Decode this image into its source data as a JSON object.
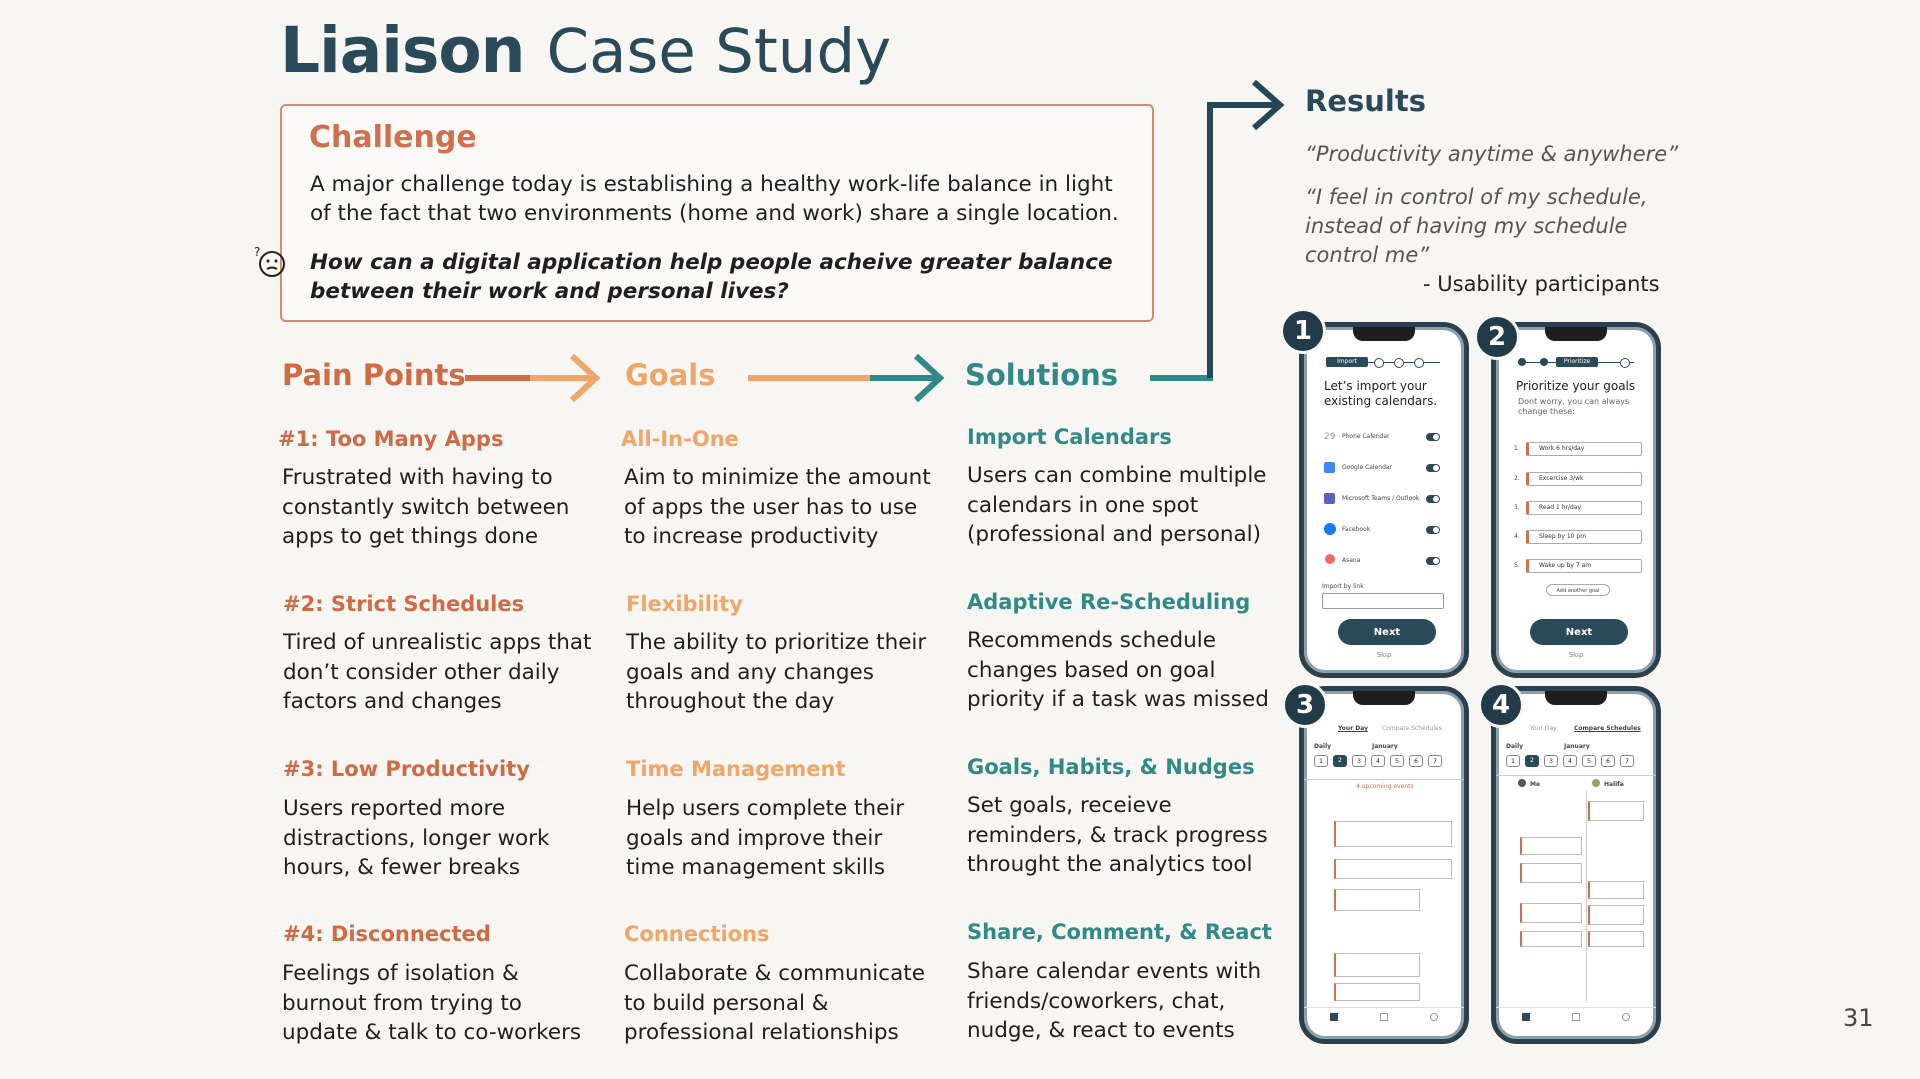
{
  "header": {
    "brand": "Liaison",
    "subtitle": "Case Study"
  },
  "challenge": {
    "heading": "Challenge",
    "text": "A major challenge today is establishing a healthy work-life balance in light of the fact that two environments (home and work) share a single location.",
    "question": "How can a digital application help people acheive greater balance between their work and personal lives?",
    "icon": "thinking-face-icon"
  },
  "columns": {
    "pain_points": {
      "heading": "Pain Points",
      "items": [
        {
          "title": "#1:  Too Many Apps",
          "desc": "Frustrated with having to constantly switch between apps to get things done"
        },
        {
          "title": "#2: Strict Schedules",
          "desc": "Tired of unrealistic apps that don’t consider other daily factors and changes"
        },
        {
          "title": "#3: Low Productivity",
          "desc": "Users reported more distractions, longer work hours, & fewer breaks"
        },
        {
          "title": "#4: Disconnected",
          "desc": "Feelings of isolation & burnout from trying to update & talk to co-workers"
        }
      ]
    },
    "goals": {
      "heading": "Goals",
      "items": [
        {
          "title": "All-In-One",
          "desc": "Aim to minimize the amount of apps the user has to use to increase productivity"
        },
        {
          "title": "Flexibility",
          "desc": "The ability to prioritize their goals and any changes throughout the day"
        },
        {
          "title": "Time Management",
          "desc": "Help users complete their goals and improve their time management skills"
        },
        {
          "title": "Connections",
          "desc": "Collaborate & communicate to build personal & professional relationships"
        }
      ]
    },
    "solutions": {
      "heading": "Solutions",
      "items": [
        {
          "title": "Import Calendars",
          "desc": "Users can combine multiple calendars in one spot (professional and personal)"
        },
        {
          "title": "Adaptive Re-Scheduling",
          "desc": "Recommends schedule changes based on goal priority if a task was missed"
        },
        {
          "title": "Goals, Habits, & Nudges",
          "desc": "Set goals, receieve reminders, & track progress throught the analytics tool"
        },
        {
          "title": "Share, Comment, & React",
          "desc": "Share calendar events with friends/coworkers, chat, nudge, & react to events"
        }
      ]
    }
  },
  "results": {
    "heading": "Results",
    "quote1": "“Productivity anytime & anywhere”",
    "quote2_l1": "“I feel in control of my schedule,",
    "quote2_l2": "instead of having my schedule",
    "quote2_l3": "control me”",
    "attribution": "- Usability participants"
  },
  "phones": {
    "p1": {
      "badge": "1",
      "step": "Import",
      "title_l1": "Let’s import your",
      "title_l2": "existing calendars.",
      "sources": [
        "Phone Calendar",
        "Google Calendar",
        "Microsoft Teams / Outlook",
        "Facebook",
        "Asana"
      ],
      "import_label": "Import by link",
      "next": "Next",
      "skip": "Skip"
    },
    "p2": {
      "badge": "2",
      "step": "Prioritize",
      "title": "Prioritize your goals",
      "sub_l1": "Dont worry, you can always",
      "sub_l2": "change these:",
      "goals": [
        "Work 6 hrs/day",
        "Excercise 3/wk",
        "Read 1 hr/day",
        "Sleep by 10 pm",
        "Wake up by 7 am"
      ],
      "add": "Add another goal",
      "next": "Next",
      "skip": "Skip"
    },
    "p3": {
      "badge": "3",
      "tab1": "Your Day",
      "tab2": "Compare Schedules",
      "view": "Daily",
      "month": "January",
      "days": [
        "1",
        "2",
        "3",
        "4",
        "5",
        "6",
        "7"
      ],
      "upcoming": "4 upcoming events"
    },
    "p4": {
      "badge": "4",
      "tab1": "Your Day",
      "tab2": "Compare Schedules",
      "view": "Daily",
      "month": "January",
      "days": [
        "1",
        "2",
        "3",
        "4",
        "5",
        "6",
        "7"
      ],
      "user1": "Me",
      "user2": "Halifa"
    }
  },
  "page_number": "31",
  "colors": {
    "navy": "#2a4a5a",
    "orange": "#d06a45",
    "peach": "#f0a56a",
    "teal": "#2f8a88"
  }
}
